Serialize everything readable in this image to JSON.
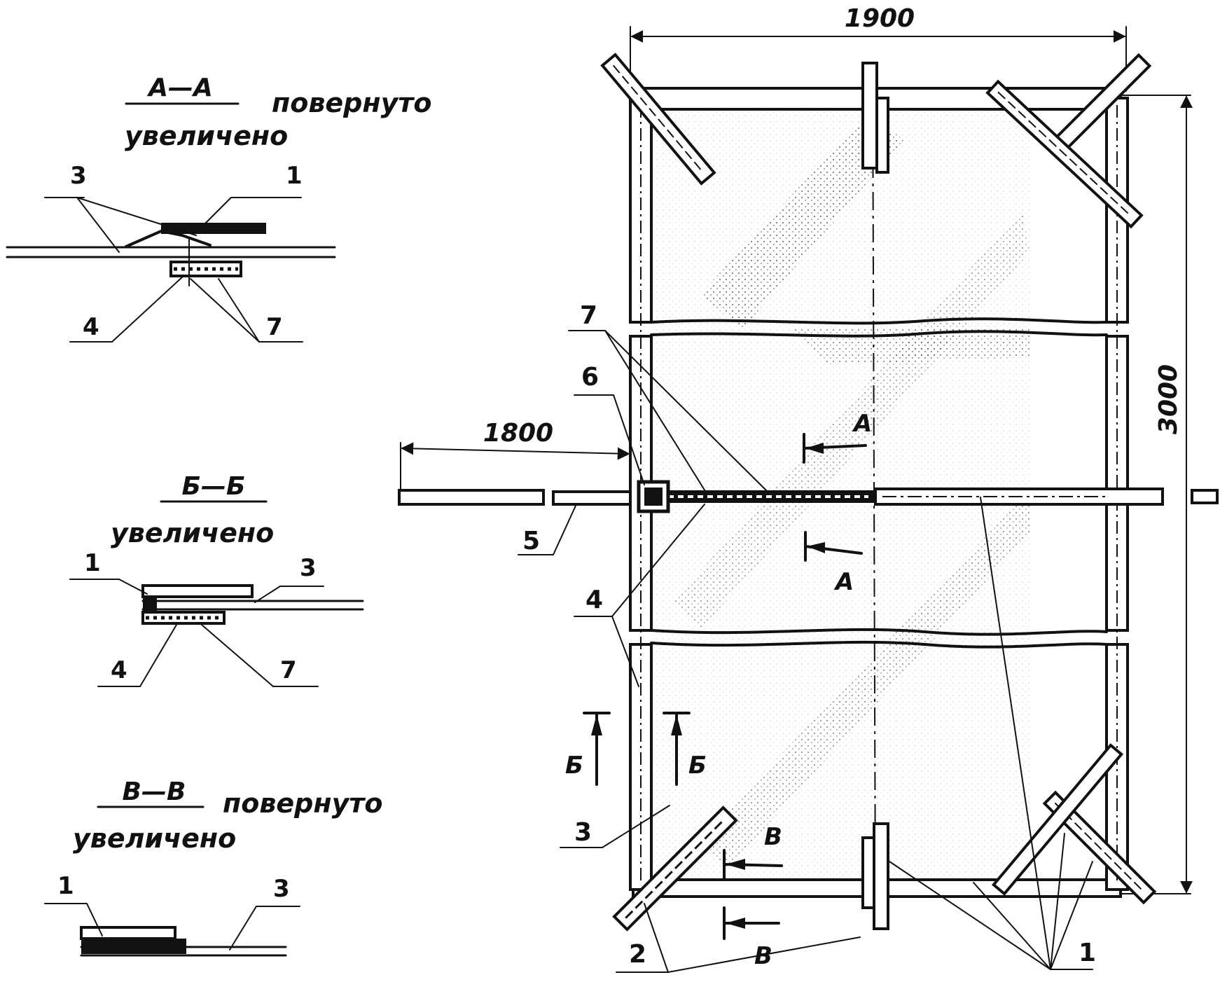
{
  "sections": {
    "aa": {
      "label": "А—А",
      "note_rotated": "повернуто",
      "note_enlarged": "увеличено",
      "callouts": {
        "c3": "3",
        "c1": "1",
        "c4": "4",
        "c7": "7"
      }
    },
    "bb": {
      "label": "Б—Б",
      "note_enlarged": "увеличено",
      "callouts": {
        "c1": "1",
        "c3": "3",
        "c4": "4",
        "c7": "7"
      }
    },
    "vv": {
      "label": "В—В",
      "note_rotated": "повернуто",
      "note_enlarged": "увеличено",
      "callouts": {
        "c1": "1",
        "c3": "3"
      }
    }
  },
  "main": {
    "dimensions": {
      "width": "1900",
      "height": "3000",
      "boom": "1800"
    },
    "section_marks": {
      "a": "А",
      "b": "Б",
      "v": "В"
    },
    "callouts": {
      "c7": "7",
      "c6": "6",
      "c5": "5",
      "c4": "4",
      "c3": "3",
      "c2": "2",
      "c1": "1"
    }
  },
  "colors": {
    "ink": "#111111",
    "paper": "#ffffff"
  }
}
